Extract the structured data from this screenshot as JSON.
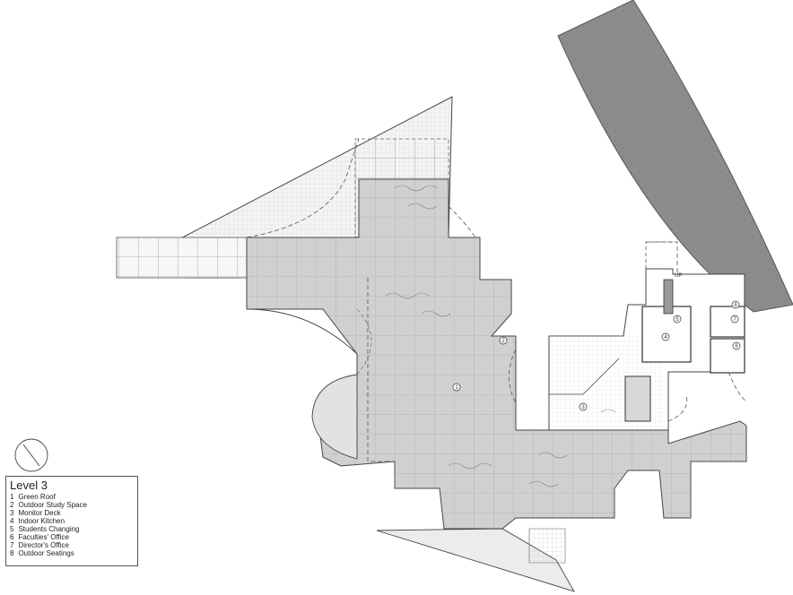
{
  "legend": {
    "title": "Level 3",
    "items": [
      {
        "num": "1",
        "label": "Green Roof"
      },
      {
        "num": "2",
        "label": "Outdoor Study Space"
      },
      {
        "num": "3",
        "label": "Monitor Deck"
      },
      {
        "num": "4",
        "label": "Indoor Kitchen"
      },
      {
        "num": "5",
        "label": "Students Changing"
      },
      {
        "num": "6",
        "label": "Faculties' Office"
      },
      {
        "num": "7",
        "label": "Director's Office"
      },
      {
        "num": "8",
        "label": "Outdoor Seatings"
      }
    ]
  },
  "plan_labels": {
    "l1": "1",
    "l2": "2",
    "l3": "3",
    "l4": "4",
    "l5": "5",
    "l6": "6",
    "l7": "7",
    "l8": "8",
    "up": "UP"
  },
  "colors": {
    "hill": "#8c8c8c",
    "roof_fill": "#d0d0d0",
    "deck_fill": "#dcdcdc",
    "light_fill": "#ececec",
    "line": "#444444"
  }
}
